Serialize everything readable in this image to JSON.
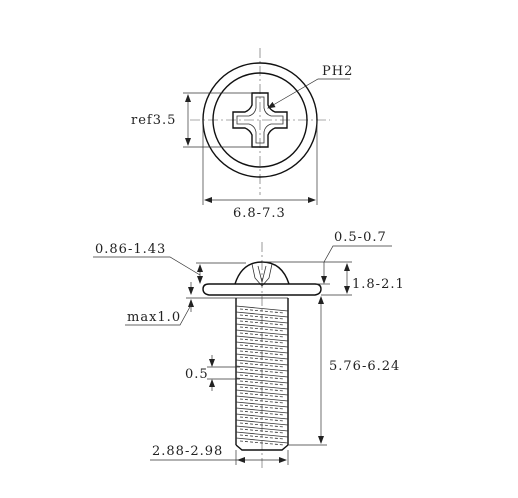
{
  "top_view": {
    "recess_label": "PH2",
    "recess_width_label": "ref3.5",
    "head_diameter_label": "6.8-7.3"
  },
  "side_view": {
    "head_height_label": "1.8-2.1",
    "washer_thickness_label": "0.5-0.7",
    "dome_height_label": "0.86-1.43",
    "underhead_label": "max1.0",
    "pitch_label": "0.5",
    "length_label": "5.76-6.24",
    "thread_diameter_label": "2.88-2.98"
  }
}
